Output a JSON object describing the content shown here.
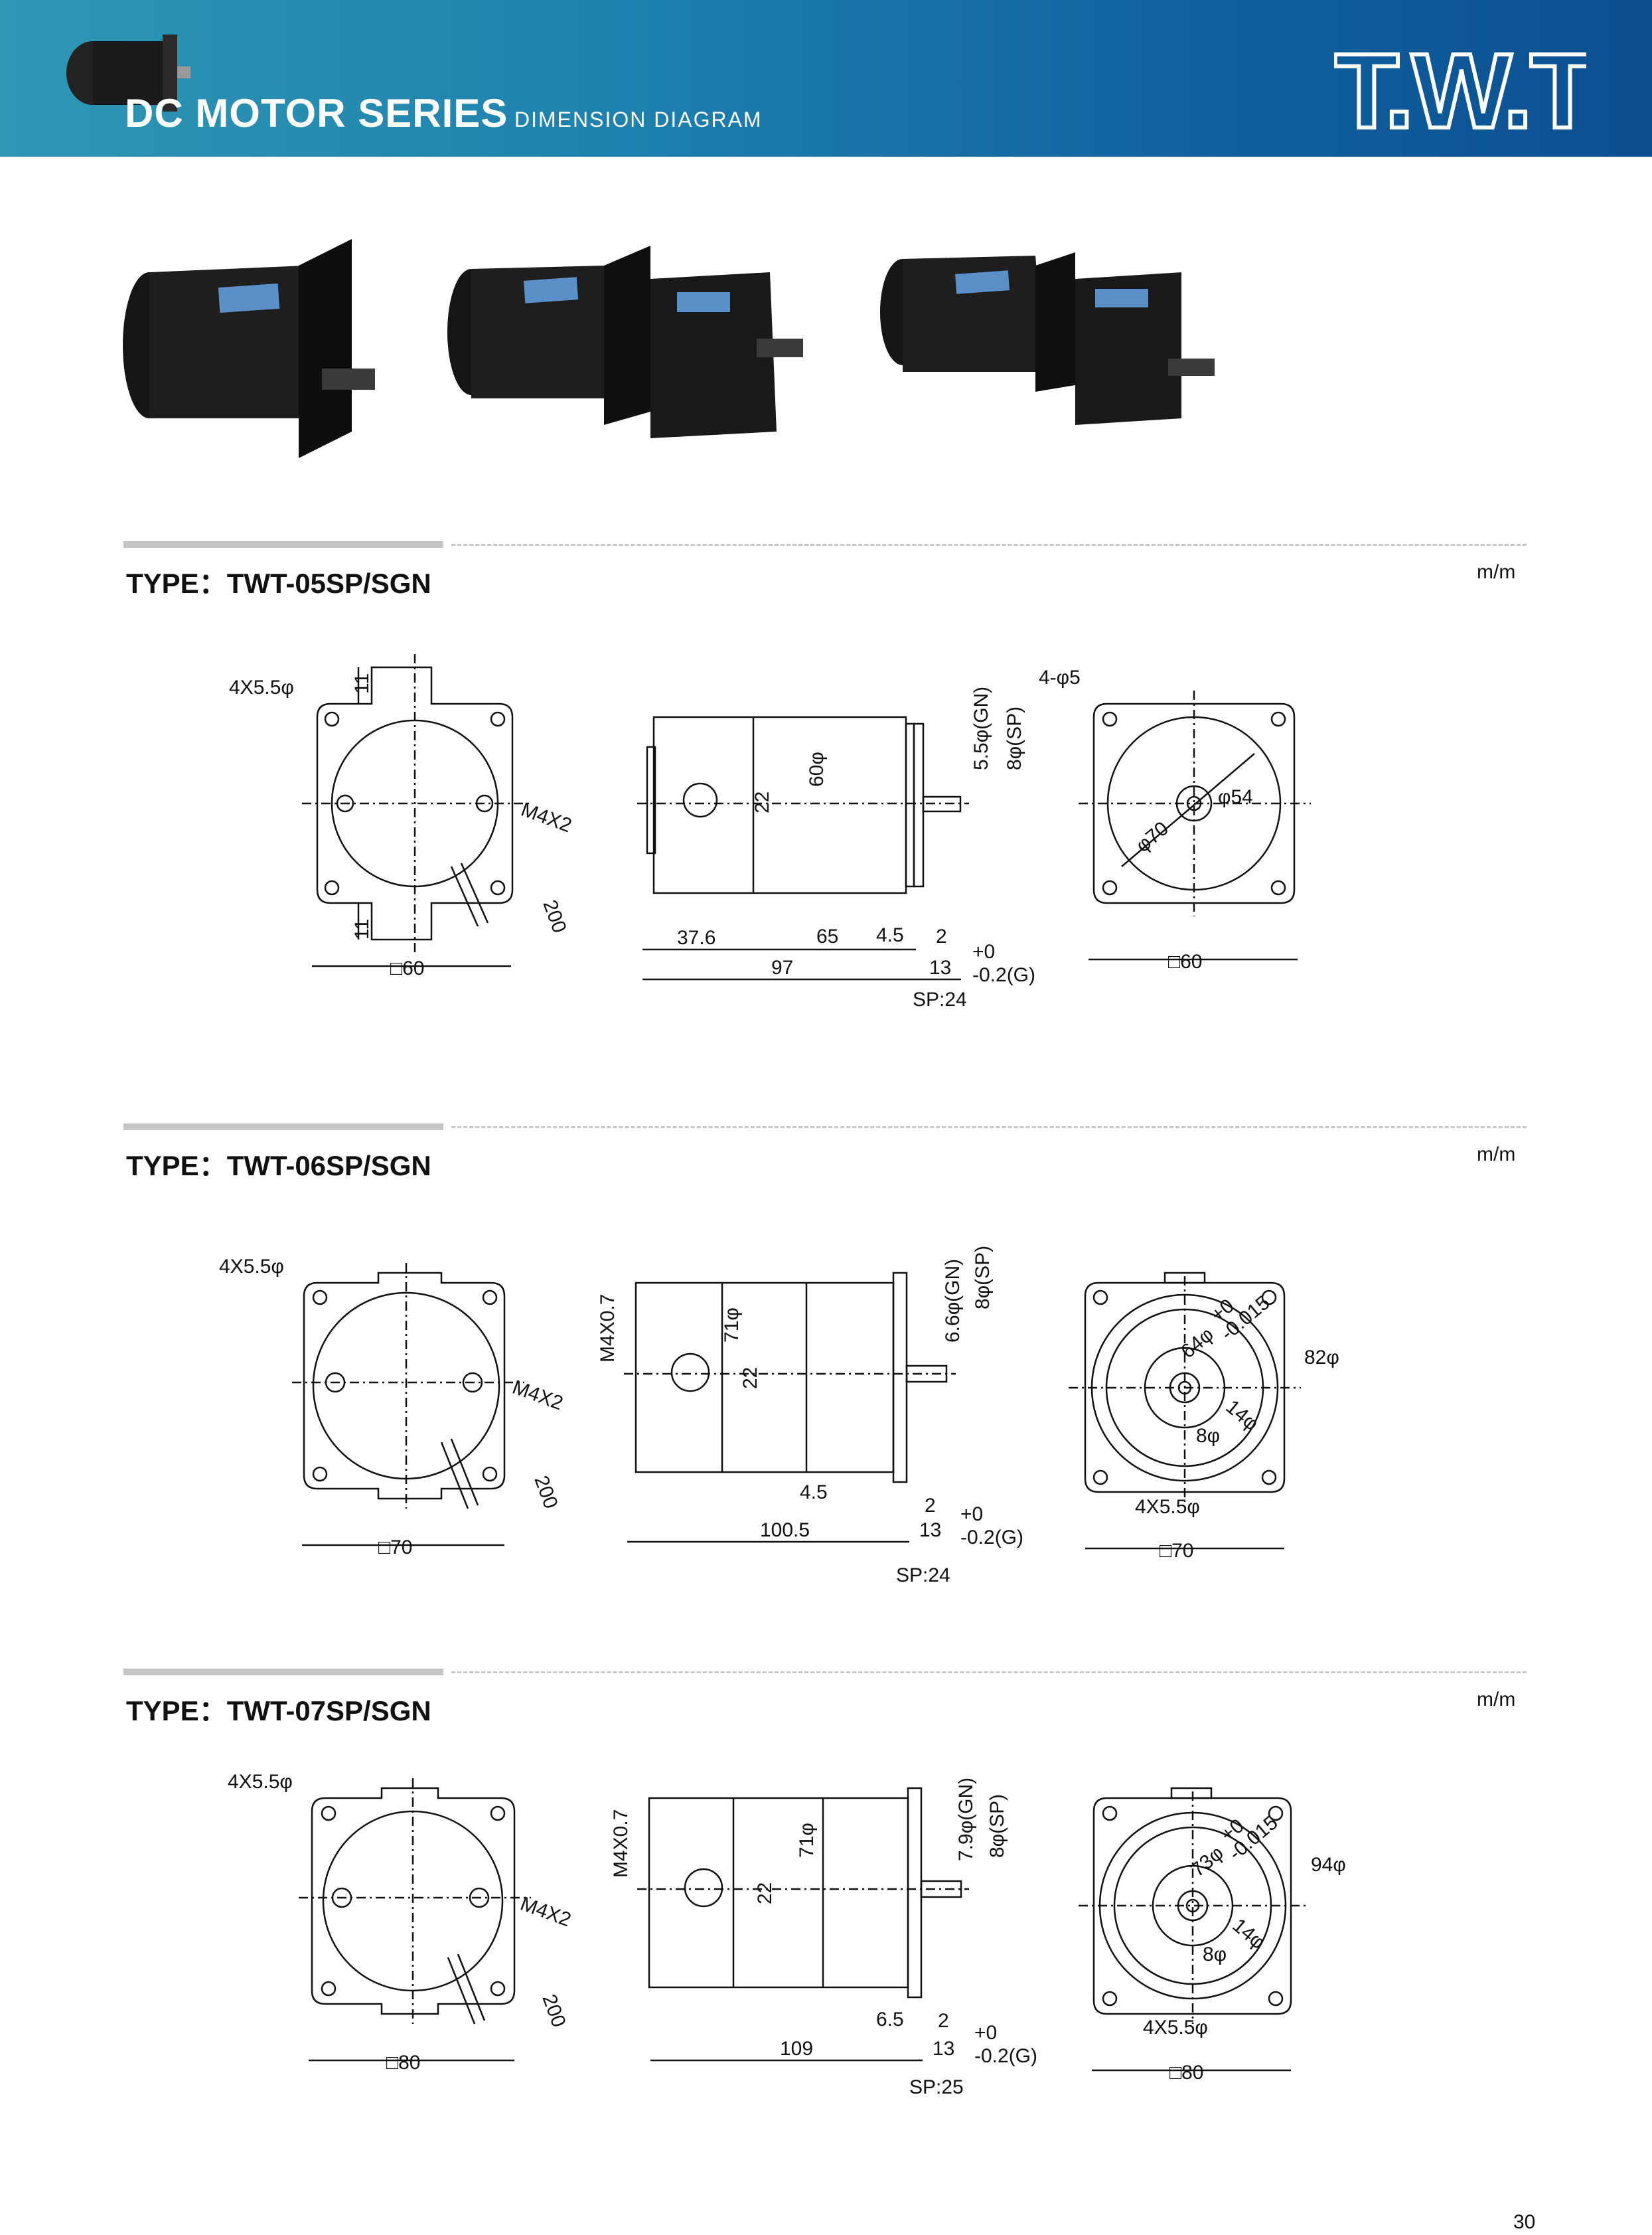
{
  "header": {
    "title": "DC MOTOR SERIES",
    "subtitle": "DIMENSION DIAGRAM",
    "brand": "T.W.T"
  },
  "colors": {
    "header_start": "#2f97b4",
    "header_end": "#0c4f8f",
    "motor_body": "#1b1b1b",
    "label_blue": "#5a8fc8"
  },
  "photos": [
    {
      "name": "motor-photo-1"
    },
    {
      "name": "motor-photo-2"
    },
    {
      "name": "motor-photo-3"
    }
  ],
  "sections": [
    {
      "title": "TYPE：TWT-05SP/SGN",
      "unit": "m/m",
      "front": {
        "holes": "4X5.5φ",
        "top_dim": "11",
        "bottom_dim": "11",
        "screw": "M4X2",
        "lead": "200",
        "square": "□60"
      },
      "side": {
        "body_dia": "60φ",
        "box": "22",
        "shaft_gn": "5.5φ(GN)",
        "shaft_sp": "8φ(SP)",
        "len_a": "37.6",
        "len_b": "65",
        "len_c": "4.5",
        "len_d": "2",
        "total": "97",
        "shaft_len": "13",
        "tol_plus": "+0",
        "tol_minus": "-0.2(G)",
        "sp": "SP:24"
      },
      "flange": {
        "holes": "4-φ5",
        "pcd": "φ70",
        "spigot": "φ54",
        "square": "□60"
      }
    },
    {
      "title": "TYPE：TWT-06SP/SGN",
      "unit": "m/m",
      "front": {
        "holes": "4X5.5φ",
        "screw": "M4X2",
        "lead": "200",
        "square": "□70"
      },
      "side": {
        "thread": "M4X0.7",
        "body_dia": "71φ",
        "box": "22",
        "shaft_gn": "6.6φ(GN)",
        "shaft_sp": "8φ(SP)",
        "len_c": "4.5",
        "len_d": "2",
        "total": "100.5",
        "shaft_len": "13",
        "tol_plus": "+0",
        "tol_minus": "-0.2(G)",
        "sp": "SP:24"
      },
      "flange": {
        "spigot": "64φ",
        "tol_plus": "+0",
        "tol_minus": "-0.015",
        "pcd": "82φ",
        "hub": "14φ",
        "shaft": "8φ",
        "holes": "4X5.5φ",
        "square": "□70"
      }
    },
    {
      "title": "TYPE：TWT-07SP/SGN",
      "unit": "m/m",
      "front": {
        "holes": "4X5.5φ",
        "screw": "M4X2",
        "lead": "200",
        "square": "□80"
      },
      "side": {
        "thread": "M4X0.7",
        "body_dia": "71φ",
        "box": "22",
        "shaft_gn": "7.9φ(GN)",
        "shaft_sp": "8φ(SP)",
        "len_c": "6.5",
        "len_d": "2",
        "total": "109",
        "shaft_len": "13",
        "tol_plus": "+0",
        "tol_minus": "-0.2(G)",
        "sp": "SP:25"
      },
      "flange": {
        "spigot": "73φ",
        "tol_plus": "+0",
        "tol_minus": "-0.015",
        "pcd": "94φ",
        "hub": "14φ",
        "shaft": "8φ",
        "holes": "4X5.5φ",
        "square": "□80"
      }
    }
  ],
  "page_number": "30"
}
